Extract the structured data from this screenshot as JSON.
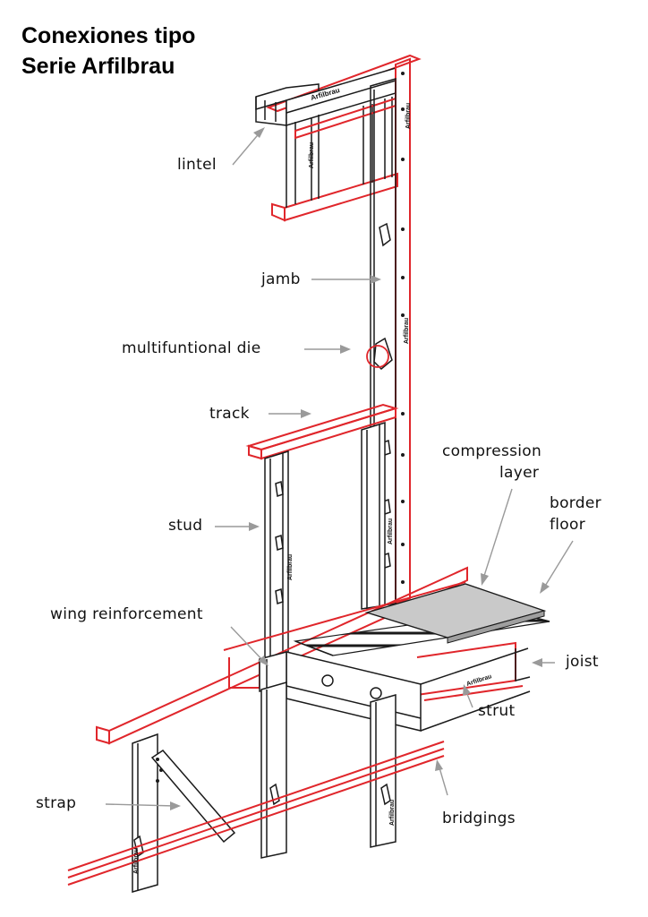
{
  "title": {
    "line1": "Conexiones tipo",
    "line2": "Serie Arfilbrau"
  },
  "brand_mark": "Arfilbrau",
  "labels": {
    "lintel": "lintel",
    "jamb": "jamb",
    "multifunctional_die": "multifuntional  die",
    "track": "track",
    "stud": "stud",
    "wing_reinforcement": "wing  reinforcement",
    "strap": "strap",
    "compression_layer_1": "compression",
    "compression_layer_2": "layer",
    "border_floor_1": "border",
    "border_floor_2": "floor",
    "joist": "joist",
    "strut": "strut",
    "bridgings": "bridgings"
  },
  "colors": {
    "frame_red": "#e0262b",
    "line_black": "#1a1a1a",
    "leader_gray": "#9a9a9a",
    "slab_gray": "#c9c9c9"
  }
}
